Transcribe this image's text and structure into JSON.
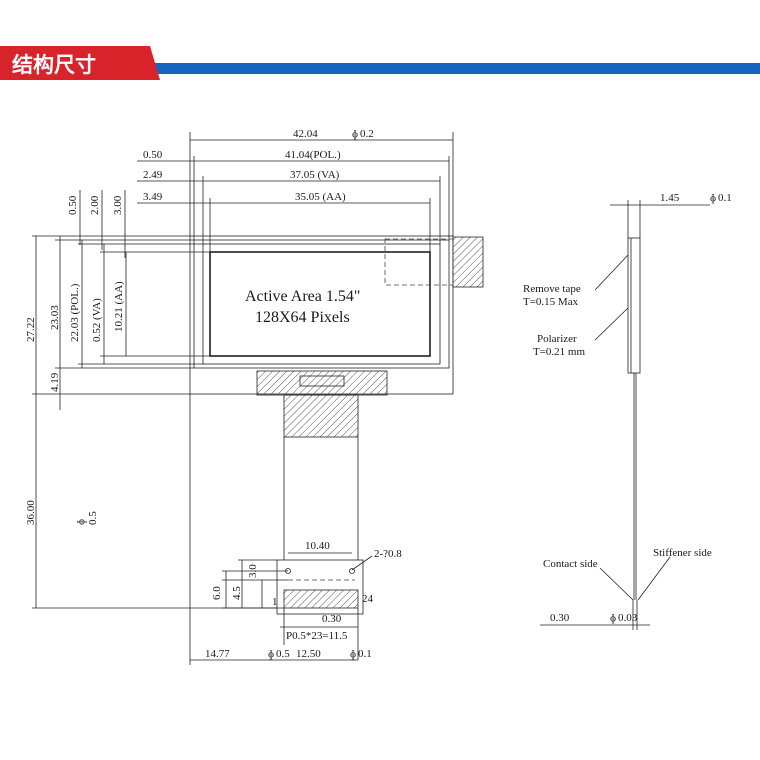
{
  "header": {
    "title": "结构尺寸",
    "title_color": "#d8232a",
    "bar_color": "#1565c0"
  },
  "front_view": {
    "overall": {
      "width": "42.04",
      "tol": "0.2"
    },
    "top_dims": [
      "0.50",
      "41.04(POL.)",
      "2.49",
      "37.05 (VA)",
      "3.49",
      "35.05 (AA)"
    ],
    "left_dims_top": [
      "0.50",
      "2.00",
      "3.00"
    ],
    "left_dims_vertical": [
      "27.22",
      "23.03",
      "22.03 (POL.)",
      "0.52 (VA)",
      "10.21 (AA)",
      "4.19"
    ],
    "fpc_length": {
      "value": "36.00",
      "tol": "0.5"
    },
    "active_area": {
      "line1": "Active Area 1.54\"",
      "line2": "128X64 Pixels"
    },
    "fpc_detail": {
      "width": "10.40",
      "holes": "2-?0.8",
      "height_a": "3.0",
      "height_b": "6.0",
      "height_c": "4.5",
      "pin_first": "1",
      "pin_last": "24",
      "pin_width": "0.30",
      "pitch": "P0.5*23=11.5"
    },
    "bottom_dims": {
      "offset": "14.77",
      "offset_tol": "0.5",
      "span": "12.50",
      "span_tol": "0.1"
    }
  },
  "side_view": {
    "thickness": {
      "value": "1.45",
      "tol": "0.1"
    },
    "labels": {
      "remove_tape": "Remove tape",
      "remove_tape_t": "T=0.15 Max",
      "polarizer": "Polarizer",
      "polarizer_t": "T=0.21 mm",
      "contact_side": "Contact side",
      "stiffener_side": "Stiffener side"
    },
    "bottom": {
      "value": "0.30",
      "tol": "0.03"
    }
  }
}
